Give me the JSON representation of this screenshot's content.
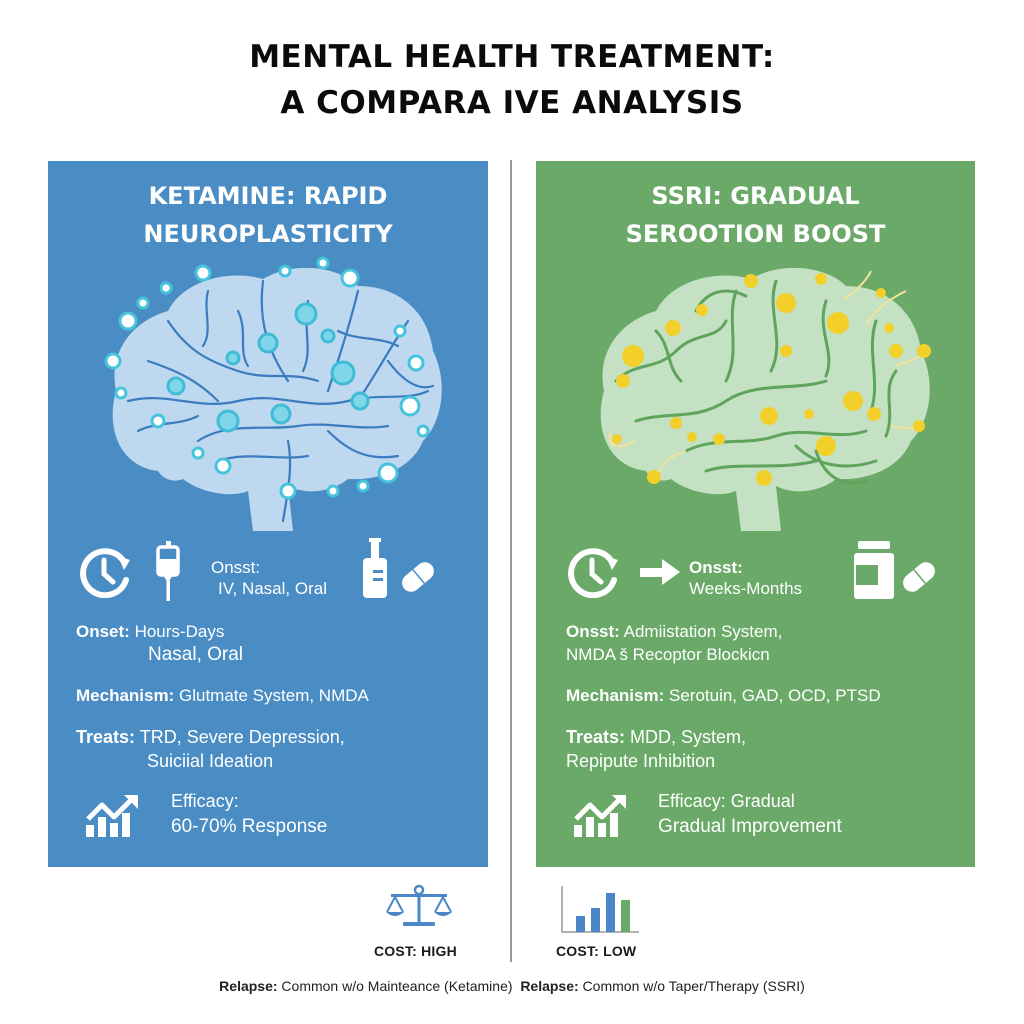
{
  "title": {
    "line1": "MENTAL HEALTH TREATMENT:",
    "line2": "A COMPARA IVE ANALYSIS"
  },
  "panels": {
    "ketamine": {
      "bg_color": "#4a8cc4",
      "heading_line1": "KETAMINE: RAPID",
      "heading_line2": "NEUROPLASTICITY",
      "illustration": "brain-neural-network-icon",
      "route": {
        "label": "Onsst:",
        "value": "IV, Nasal, Oral",
        "icons": [
          "clock-refresh-icon",
          "iv-drip-icon",
          "nasal-spray-icon",
          "pill-icon"
        ]
      },
      "onset": {
        "label": "Onset:",
        "value_line1": "Hours-Days",
        "value_line2": "Nasal, Oral"
      },
      "mechanism": {
        "label": "Mechanism:",
        "value": "Glutmate System, NMDA"
      },
      "treats": {
        "label": "Treats:",
        "value_line1": "TRD, Severe Depression,",
        "value_line2": "Suiciial Ideation"
      },
      "efficacy": {
        "label": "Efficacy:",
        "value": "60-70% Response",
        "icon": "growth-chart-icon"
      }
    },
    "ssri": {
      "bg_color": "#6aa968",
      "heading_line1": "SSRI: GRADUAL",
      "heading_line2": "SEROOTION BOOST",
      "illustration": "brain-serotonin-icon",
      "route": {
        "label": "Onsst:",
        "value": "Weeks-Months",
        "icons": [
          "clock-refresh-icon",
          "arrow-right-icon",
          "pill-bottle-icon",
          "pill-icon"
        ]
      },
      "onset": {
        "label": "Onsst:",
        "value_line1": "Admiistation System,",
        "value_line2": "NMDA š Recoptor  Blockicn"
      },
      "mechanism": {
        "label": "Mechanism:",
        "value": "Serotuin, GAD, OCD, PTSD"
      },
      "treats": {
        "label": "Treats:",
        "value_line1": "MDD, System,",
        "value_line2": "Repipute Inhibition"
      },
      "efficacy": {
        "label": "Efficacy: Gradual",
        "value": "Gradual Improvement",
        "icon": "growth-chart-icon"
      }
    }
  },
  "cost": {
    "ketamine": {
      "label": "COST: HIGH",
      "icon": "scales-icon",
      "color": "#4a86c8"
    },
    "ssri": {
      "label": "COST: LOW",
      "icon": "bar-chart-icon",
      "bar_colors": [
        "#4a86c8",
        "#4a86c8",
        "#4a86c8",
        "#6aa968"
      ]
    }
  },
  "footer": {
    "ketamine_label": "Relapse:",
    "ketamine_text": " Common w/o Mainteance (Ketamine)",
    "ssri_label": "Relapse:",
    "ssri_text": " Common w/o Taper/Therapy (SSRI)"
  }
}
